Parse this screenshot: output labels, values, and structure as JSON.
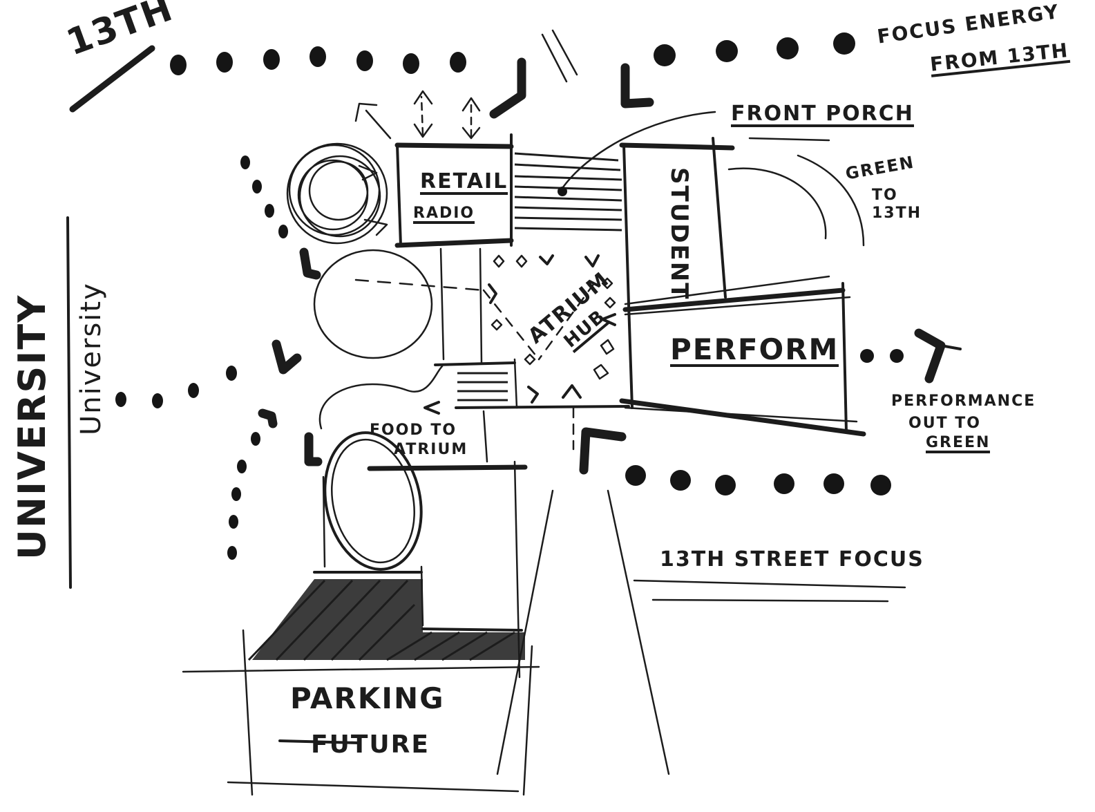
{
  "labels": {
    "street_top": "13TH",
    "focus_energy_line1": "FOCUS ENERGY",
    "focus_energy_line2": "FROM 13TH",
    "front_porch": "FRONT PORCH",
    "green_to_13th_line1": "GREEN",
    "green_to_13th_line2": "TO",
    "green_to_13th_line3": "13TH",
    "retail": "RETAIL",
    "radio": "RADIO",
    "student": "STUDENT",
    "atrium": "ATRIUM",
    "hub": "HUB",
    "perform": "PERFORM",
    "performance_line1": "PERFORMANCE",
    "performance_line2": "OUT TO",
    "performance_line3": "GREEN",
    "food_line1": "FOOD TO",
    "food_line2": "ATRIUM",
    "street_bottom": "13TH STREET FOCUS",
    "parking": "PARKING",
    "future": "FUTURE",
    "university_street": "UNIVERSITY",
    "university_label": "University"
  },
  "colors": {
    "ink": "#1c1c1c",
    "paper": "#ffffff"
  }
}
